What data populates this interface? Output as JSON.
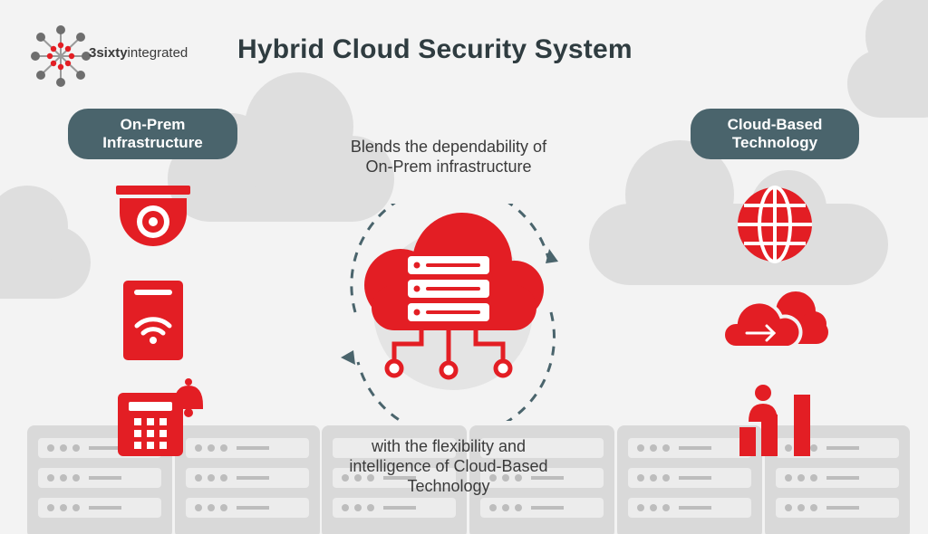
{
  "header": {
    "title": "Hybrid Cloud Security System",
    "logo_brand": "3sixty",
    "logo_suffix": "integrated"
  },
  "left": {
    "pill": "On-Prem\nInfrastructure",
    "icons": [
      "dome-camera-icon",
      "card-reader-icon",
      "alarm-keypad-icon"
    ]
  },
  "right": {
    "pill": "Cloud-Based\nTechnology",
    "icons": [
      "globe-icon",
      "cloud-transfer-icon",
      "analytics-icon"
    ]
  },
  "center": {
    "top_caption": "Blends the dependability of\nOn-Prem infrastructure",
    "bottom_caption": "with the flexibility and\nintelligence of Cloud-Based\nTechnology",
    "hub_icon": "cloud-server-icon"
  },
  "colors": {
    "accent": "#e31e24",
    "pill": "#4a646c",
    "title": "#2f3c40",
    "background": "#f3f3f3",
    "cloud": "#dedede",
    "rack": "#d6d6d6"
  }
}
